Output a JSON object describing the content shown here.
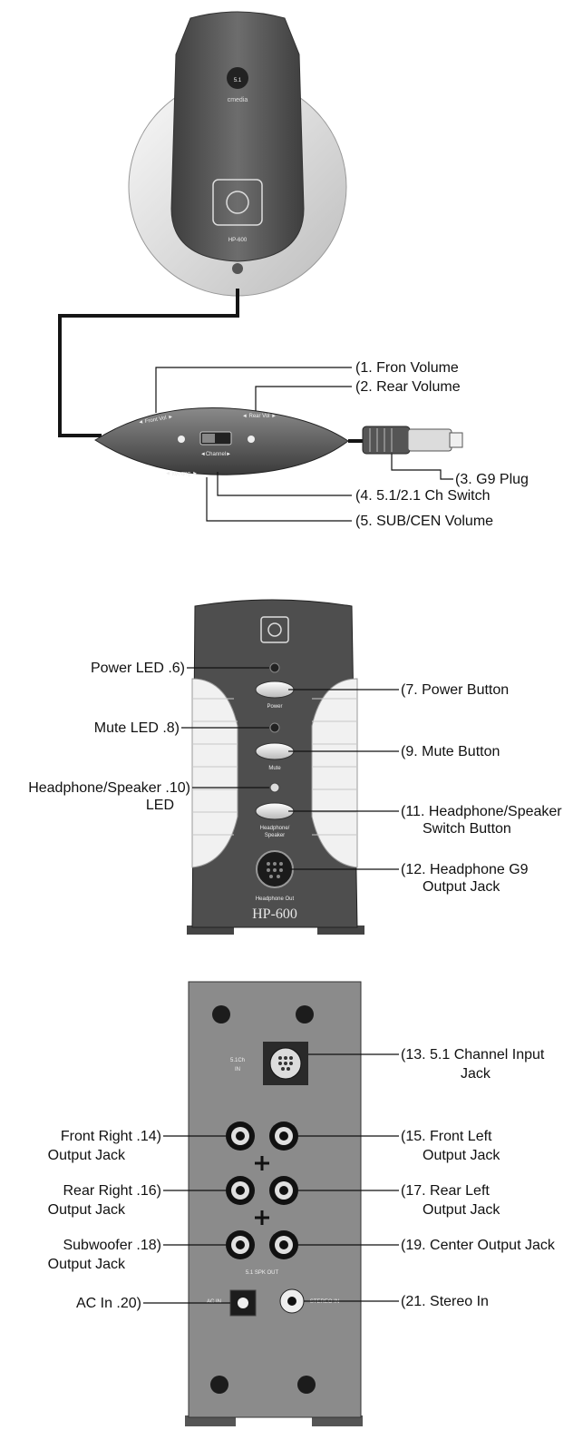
{
  "colors": {
    "body_dark": "#555555",
    "body_mid": "#777777",
    "line": "#111111",
    "label": "#111111",
    "puck_light": "#e9e9e9"
  },
  "top_unit": {
    "logo_text": "5.1",
    "brand": "cmedia",
    "model": "HP-600",
    "remote_labels": {
      "front_vol": "◄ Front Vol ►",
      "rear_vol": "◄ Rear Vol ►",
      "channel": "◄Channel►",
      "sub_vol": "◄ Sub Vol ►"
    },
    "callouts": [
      {
        "id": "1",
        "text": "(1. Fron Volume"
      },
      {
        "id": "2",
        "text": "(2. Rear Volume"
      },
      {
        "id": "3",
        "text": "(3. G9 Plug"
      },
      {
        "id": "4",
        "text": "(4. 5.1/2.1 Ch Switch"
      },
      {
        "id": "5",
        "text": "(5. SUB/CEN Volume"
      }
    ]
  },
  "front_panel": {
    "model": "HP-600",
    "buttons": {
      "power": "Power",
      "mute": "Mute",
      "headphone_speaker_1": "Headphone/",
      "headphone_speaker_2": "Speaker",
      "headphone_out": "Headphone Out"
    },
    "left_callouts": [
      {
        "id": "6",
        "lines": [
          "Power LED .6)"
        ]
      },
      {
        "id": "8",
        "lines": [
          "Mute LED .8)"
        ]
      },
      {
        "id": "10",
        "lines": [
          "Headphone/Speaker .10)",
          "LED"
        ]
      }
    ],
    "right_callouts": [
      {
        "id": "7",
        "lines": [
          "(7. Power Button"
        ]
      },
      {
        "id": "9",
        "lines": [
          "(9. Mute Button"
        ]
      },
      {
        "id": "11",
        "lines": [
          "(11. Headphone/Speaker",
          "Switch Button"
        ]
      },
      {
        "id": "12",
        "lines": [
          "(12. Headphone G9",
          "Output Jack"
        ]
      }
    ]
  },
  "back_panel": {
    "input_label_1": "5.1Ch",
    "input_label_2": "IN",
    "out_label": "5.1 SPK OUT",
    "ac_label": "AC IN",
    "stereo_label": "STEREO IN",
    "left_callouts": [
      {
        "id": "14",
        "lines": [
          "Front Right .14)",
          "Output Jack"
        ]
      },
      {
        "id": "16",
        "lines": [
          "Rear Right .16)",
          "Output Jack"
        ]
      },
      {
        "id": "18",
        "lines": [
          "Subwoofer .18)",
          "Output Jack"
        ]
      },
      {
        "id": "20",
        "lines": [
          "AC In .20)"
        ]
      }
    ],
    "right_callouts": [
      {
        "id": "13",
        "lines": [
          "(13. 5.1 Channel Input",
          "Jack"
        ]
      },
      {
        "id": "15",
        "lines": [
          "(15. Front Left",
          "Output Jack"
        ]
      },
      {
        "id": "17",
        "lines": [
          "(17. Rear Left",
          "Output Jack"
        ]
      },
      {
        "id": "19",
        "lines": [
          "(19. Center Output Jack"
        ]
      },
      {
        "id": "21",
        "lines": [
          "(21. Stereo In"
        ]
      }
    ]
  }
}
